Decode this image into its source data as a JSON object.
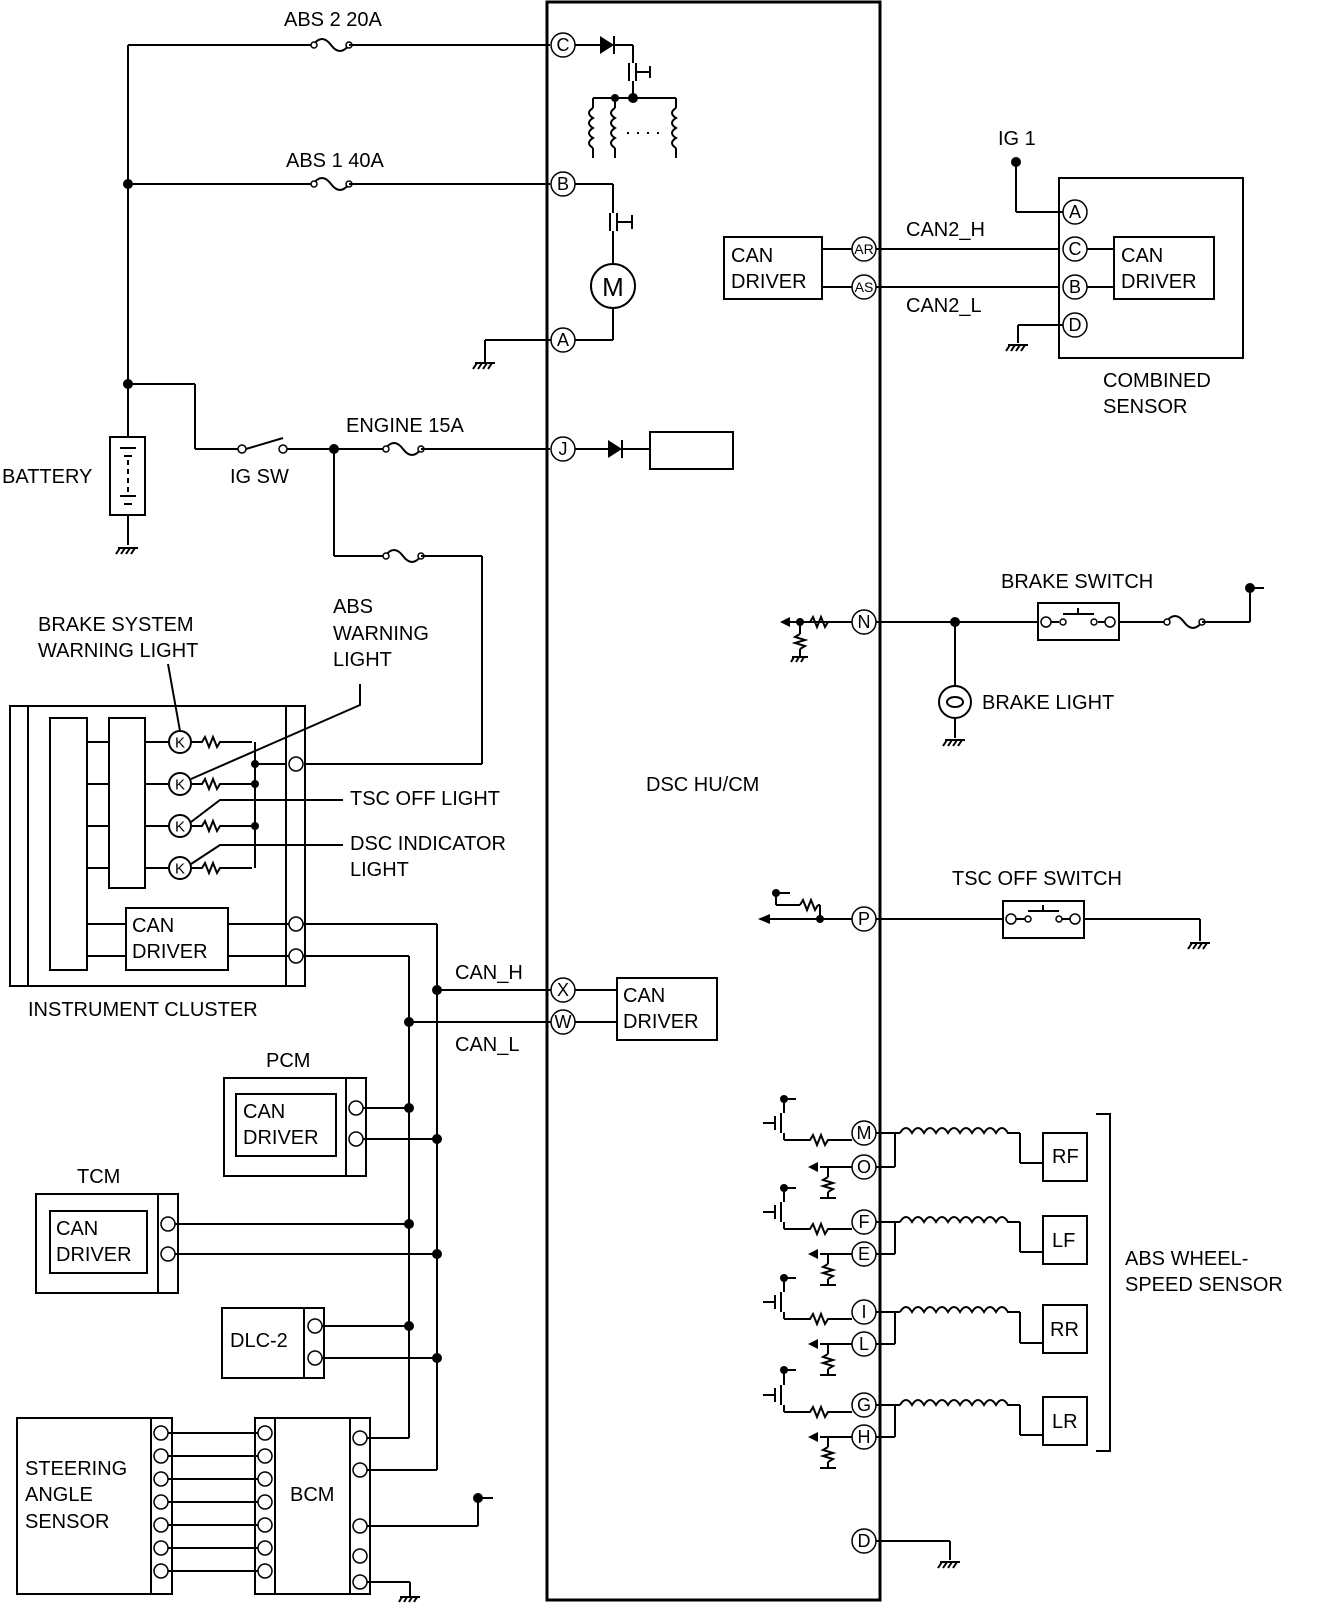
{
  "module": {
    "title": "DSC HU/CM"
  },
  "fuses": {
    "abs2": "ABS 2 20A",
    "abs1": "ABS 1 40A",
    "engine": "ENGINE 15A"
  },
  "power": {
    "battery": "BATTERY",
    "ig_sw": "IG SW",
    "ig1": "IG 1"
  },
  "dsc_pins_left": {
    "C": "C",
    "B": "B",
    "A": "A",
    "J": "J",
    "X": "X",
    "W": "W"
  },
  "dsc_pins_right": {
    "AR": "AR",
    "AS": "AS",
    "N": "N",
    "P": "P",
    "M": "M",
    "O": "O",
    "F": "F",
    "E": "E",
    "I": "I",
    "L": "L",
    "G": "G",
    "H": "H",
    "D": "D"
  },
  "combined_sensor": {
    "label_line1": "COMBINED",
    "label_line2": "SENSOR",
    "pins": {
      "A": "A",
      "C": "C",
      "B": "B",
      "D": "D"
    },
    "can_driver_line1": "CAN",
    "can_driver_line2": "DRIVER"
  },
  "can2": {
    "high": "CAN2_H",
    "low": "CAN2_L"
  },
  "dsc_can_driver": {
    "line1": "CAN",
    "line2": "DRIVER"
  },
  "can_bus": {
    "high": "CAN_H",
    "low": "CAN_L"
  },
  "instrument_cluster": {
    "label": "INSTRUMENT CLUSTER",
    "can_driver_line1": "CAN",
    "can_driver_line2": "DRIVER",
    "brake_warning_line1": "BRAKE SYSTEM",
    "brake_warning_line2": "WARNING LIGHT",
    "abs_warning_line1": "ABS",
    "abs_warning_line2": "WARNING",
    "abs_warning_line3": "LIGHT",
    "tsc_off_light": "TSC OFF LIGHT",
    "dsc_indicator_line1": "DSC INDICATOR",
    "dsc_indicator_line2": "LIGHT"
  },
  "pcm": {
    "label": "PCM",
    "can_driver_line1": "CAN",
    "can_driver_line2": "DRIVER"
  },
  "tcm": {
    "label": "TCM",
    "can_driver_line1": "CAN",
    "can_driver_line2": "DRIVER"
  },
  "dlc2": {
    "label": "DLC-2"
  },
  "steering_angle_sensor": {
    "line1": "STEERING",
    "line2": "ANGLE",
    "line3": "SENSOR"
  },
  "bcm": {
    "label": "BCM"
  },
  "brake_switch": {
    "label": "BRAKE SWITCH"
  },
  "brake_light": {
    "label": "BRAKE LIGHT"
  },
  "tsc_off_switch": {
    "label": "TSC OFF SWITCH"
  },
  "wheel_sensors": {
    "label_line1": "ABS WHEEL-",
    "label_line2": "SPEED SENSOR",
    "rf": "RF",
    "lf": "LF",
    "rr": "RR",
    "lr": "LR"
  },
  "symbols": {
    "motor": "M",
    "lamp": "K"
  }
}
